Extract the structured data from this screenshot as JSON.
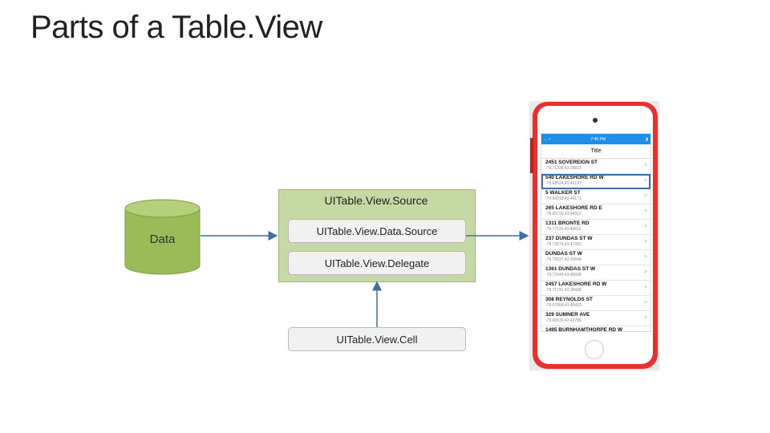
{
  "slide": {
    "title": "Parts of a Table.View"
  },
  "data_store": {
    "label": "Data"
  },
  "source": {
    "title": "UITable.View.Source",
    "data_source_label": "UITable.View.Data.Source",
    "delegate_label": "UITable.View.Delegate"
  },
  "cell": {
    "label": "UITable.View.Cell"
  },
  "colors": {
    "green_fill": "#c6d9a4",
    "cylinder": "#9bbb59",
    "arrow": "#3d6fa5",
    "phone_red": "#e8312f",
    "ios_blue": "#1e8ee6"
  },
  "phone": {
    "status_left": "← •",
    "status_time": "7:46 PM",
    "status_right": "▮",
    "nav_title": "Title",
    "rows": [
      {
        "addr": "2451 SOVEREIGN ST",
        "coord": "-79.71338,43.39823"
      },
      {
        "addr": "540 LAKESHORE RD W",
        "coord": "-79.68524,43.42197"
      },
      {
        "addr": "5 WALKER ST",
        "coord": "-79.60018,43.44171"
      },
      {
        "addr": "265 LAKESHORE RD E",
        "coord": "-79.65726,43.44312"
      },
      {
        "addr": "1311 BRONTE RD",
        "coord": "-79.77115,43.40822"
      },
      {
        "addr": "237 DUNDAS ST W",
        "coord": "-79.73579,43.47283"
      },
      {
        "addr": "DUNDAS ST W",
        "coord": "-79.72537,43.43644"
      },
      {
        "addr": "1361 DUNDAS ST W",
        "coord": "-79.71046,43.45668"
      },
      {
        "addr": "2457 LAKESHORE RD W",
        "coord": "-79.71741,43.39438"
      },
      {
        "addr": "308 REYNOLDS ST",
        "coord": "-79.67858,43.45433"
      },
      {
        "addr": "329 SUMNER AVE",
        "coord": "-79.66530,43.43786"
      },
      {
        "addr": "1495 BURNHAMTHORPE RD W",
        "coord": ""
      }
    ],
    "chevron": ">"
  }
}
